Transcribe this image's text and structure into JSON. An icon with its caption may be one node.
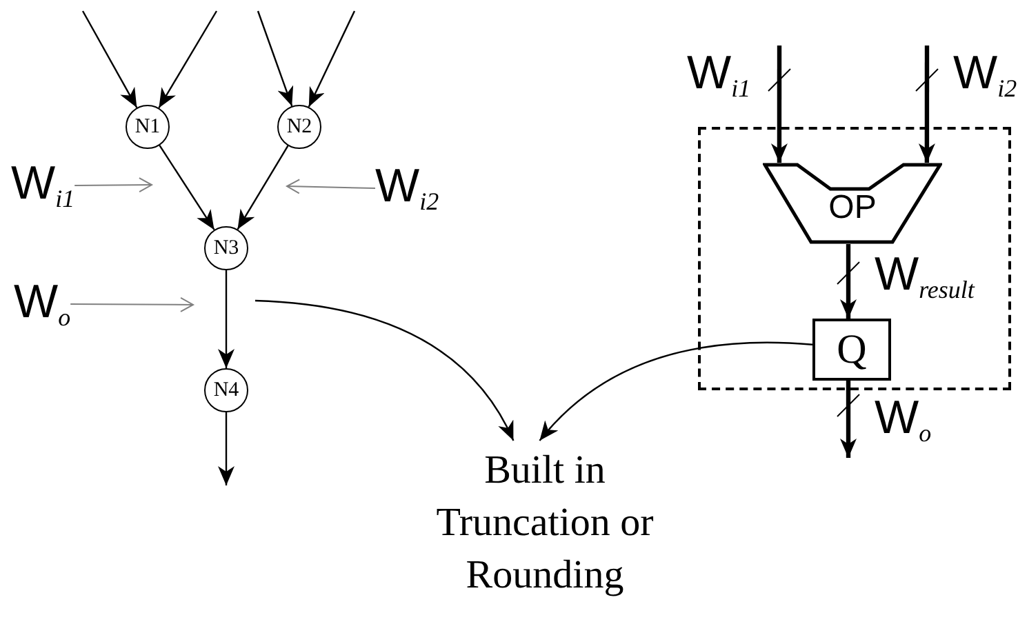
{
  "diagram": {
    "nodes": [
      {
        "text": [
          "N1"
        ]
      },
      {
        "text": [
          "N2"
        ]
      },
      {
        "text": [
          "W$_{i1}$"
        ]
      },
      {
        "text": [
          "W$_{i2}$"
        ]
      },
      {
        "text": [
          "N3"
        ]
      },
      {
        "text": [
          "W$_{o}$"
        ]
      },
      {
        "text": [
          "N4"
        ]
      },
      {
        "text": [],
        "shape": "box"
      },
      {
        "text": [
          "OP"
        ],
        "in": 7
      },
      {
        "text": [
          "Q"
        ],
        "in": 7
      },
      {
        "text": [
          "Built in Truncation or Rounding"
        ]
      }
    ],
    "edges": [
      {
        "from": null,
        "to": 0,
        "arrow": "to"
      },
      {
        "from": null,
        "to": 0,
        "arrow": "to"
      },
      {
        "from": null,
        "to": 1,
        "arrow": "to"
      },
      {
        "from": null,
        "to": 1,
        "arrow": "to"
      },
      {
        "from": 0,
        "to": 4,
        "arrow": "to"
      },
      {
        "from": 1,
        "to": 4,
        "arrow": "to"
      },
      {
        "from": 2,
        "to": null,
        "arrow": "to",
        "color": "#808080"
      },
      {
        "from": 3,
        "to": null,
        "arrow": "to",
        "color": "#808080"
      },
      {
        "from": 4,
        "to": 6,
        "arrow": "to"
      },
      {
        "from": 5,
        "to": null,
        "arrow": "to",
        "color": "#808080"
      },
      {
        "from": 6,
        "to": null,
        "arrow": "to"
      },
      {
        "from": null,
        "to": 10,
        "arrow": "to"
      },
      {
        "from": null,
        "to": 8,
        "arrow": "to",
        "style": "thick"
      },
      {
        "from": null,
        "to": 8,
        "arrow": "to",
        "style": "thick"
      },
      {
        "from": 8,
        "to": 9,
        "arrow": "to",
        "style": "thick"
      },
      {
        "from": 9,
        "to": 10,
        "arrow": "to"
      },
      {
        "from": 9,
        "to": null,
        "arrow": "to",
        "style": "thick"
      }
    ],
    "labels": [
      "W$_{i1}$",
      "W$_{i2}$",
      "W$_{result}$",
      "W$_{o}$"
    ]
  }
}
